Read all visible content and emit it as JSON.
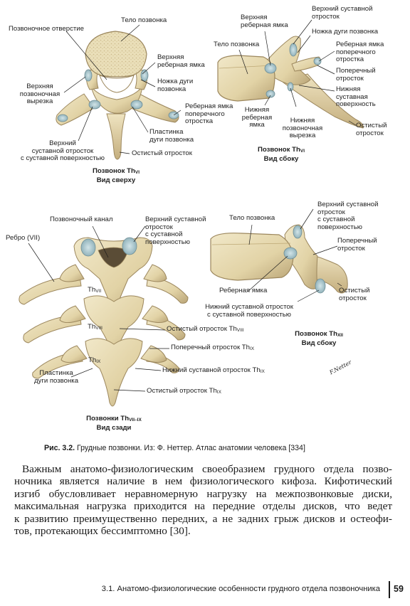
{
  "figure": {
    "top_view": {
      "labels": {
        "body": "Тело позвонка",
        "foramen": "Позвоночное отверстие",
        "costal_pit_a": "Верхняя",
        "costal_pit_b": "реберная ямка",
        "superior_notch_a": "Верхняя",
        "superior_notch_b": "позвоночная",
        "superior_notch_c": "вырезка",
        "pedicle_a": "Ножка дуги",
        "pedicle_b": "позвонка",
        "transverse_pit_a": "Реберная ямка",
        "transverse_pit_b": "поперечного",
        "transverse_pit_c": "отростка",
        "lamina_a": "Пластинка",
        "lamina_b": "дуги позвонка",
        "sup_articular_a": "Верхний",
        "sup_articular_b": "суставной отросток",
        "sup_articular_c": "с суставной поверхностью",
        "spinous": "Остистый отросток"
      },
      "title_prefix": "Позвонок Th",
      "title_sub": "VI",
      "subtitle": "Вид сверху"
    },
    "side_view_vi": {
      "labels": {
        "sup_costal_a": "Верхняя",
        "sup_costal_b": "реберная ямка",
        "body": "Тело позвонка",
        "sup_articular_a": "Верхний суставной",
        "sup_articular_b": "отросток",
        "pedicle": "Ножка дуги позвонка",
        "transverse_pit_a": "Реберная ямка",
        "transverse_pit_b": "поперечного",
        "transverse_pit_c": "отростка",
        "transverse_a": "Поперечный",
        "transverse_b": "отросток",
        "inf_articular_a": "Нижняя",
        "inf_articular_b": "суставная",
        "inf_articular_c": "поверхность",
        "inf_costal_a": "Нижняя",
        "inf_costal_b": "реберная",
        "inf_costal_c": "ямка",
        "inf_notch_a": "Нижняя",
        "inf_notch_b": "позвоночная",
        "inf_notch_c": "вырезка",
        "spinous_a": "Остистый",
        "spinous_b": "отросток"
      },
      "title_prefix": "Позвонок Th",
      "title_sub": "VI",
      "subtitle": "Вид сбоку"
    },
    "posterior_view": {
      "labels": {
        "rib": "Ребро (VII)",
        "canal": "Позвоночный канал",
        "sup_articular_a": "Верхний суставной",
        "sup_articular_b": "отросток",
        "sup_articular_c": "с суставной",
        "sup_articular_d": "поверхностью",
        "th": "Th",
        "vii": "VII",
        "viii": "VIII",
        "ix": "IX",
        "spinous_viii": "Остистый отросток Th",
        "transverse_ix": "Поперечный отросток Th",
        "lamina_a": "Пластинка",
        "lamina_b": "дуги позвонка",
        "inf_articular_ix": "Нижний суставной отросток Th",
        "spinous_ix": "Остистый отросток Th"
      },
      "title_prefix": "Позвонки Th",
      "title_sub": "VII–IX",
      "subtitle": "Вид сзади"
    },
    "side_view_xii": {
      "labels": {
        "body": "Тело позвонка",
        "sup_articular_a": "Верхний суставной",
        "sup_articular_b": "отросток",
        "sup_articular_c": "с суставной",
        "sup_articular_d": "поверхностью",
        "transverse_a": "Поперечный",
        "transverse_b": "отросток",
        "costal": "Реберная ямка",
        "spinous_a": "Остистый",
        "spinous_b": "отросток",
        "inf_articular_a": "Нижний суставной отросток",
        "inf_articular_b": "с суставной поверхностью"
      },
      "title_prefix": "Позвонок Th",
      "title_sub": "XII",
      "subtitle": "Вид сбоку"
    },
    "signature": "F.Netter"
  },
  "caption": {
    "label": "Рис. 3.2.",
    "text": " Грудные позвонки. Из: Ф. Неттер. Атлас анатомии человека [334]"
  },
  "body": {
    "lines": [
      "Важным анатомо-физиологическим своеобразием грудного отдела позво-",
      "ночника является наличие в нем физиологического кифоза. Кифотический",
      "изгиб обусловливает неравномерную нагрузку на межпозвонковые диски,",
      "максимальная нагрузка приходится на передние отделы дисков, что ведет",
      "к развитию преимущественно передних, а не задних грыж дисков и остеофи-",
      "тов, протекающих бессимптомно [30]."
    ]
  },
  "footer": {
    "section_title": "3.1. Анатомо-физиологические особенности грудного отдела позвоночника",
    "page_number": "59"
  },
  "colors": {
    "bone": "#e8dcb5",
    "bone_shadow": "#b8a47a",
    "cartilage": "#a9c7cf",
    "leader": "#1a1a1a"
  }
}
